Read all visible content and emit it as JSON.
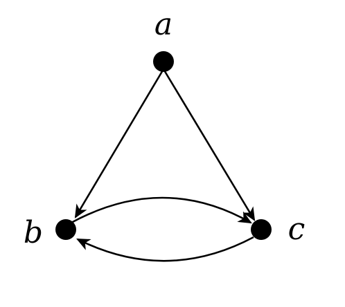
{
  "graph": {
    "nodes": [
      {
        "id": "a",
        "label": "a"
      },
      {
        "id": "b",
        "label": "b"
      },
      {
        "id": "c",
        "label": "c"
      }
    ],
    "edges": [
      {
        "from": "a",
        "to": "b",
        "style": "straight"
      },
      {
        "from": "a",
        "to": "c",
        "style": "straight"
      },
      {
        "from": "b",
        "to": "c",
        "style": "curved-upper"
      },
      {
        "from": "c",
        "to": "b",
        "style": "curved-lower"
      }
    ],
    "colors": {
      "node": "#000000",
      "edge": "#000000",
      "label": "#000000",
      "background": "#ffffff"
    }
  }
}
